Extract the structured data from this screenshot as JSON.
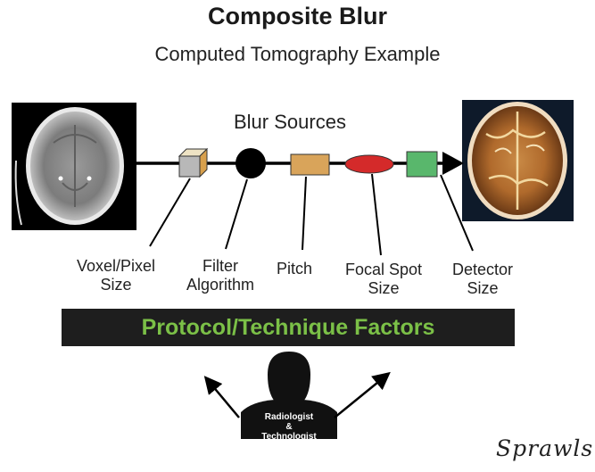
{
  "title": "Composite Blur",
  "subtitle": "Computed Tomography Example",
  "blur_sources_label": "Blur Sources",
  "sources": [
    {
      "line1": "Voxel/Pixel",
      "line2": "Size",
      "icon": "voxel-cube-icon",
      "color": "#b8b8b8"
    },
    {
      "line1": "Filter",
      "line2": "Algorithm",
      "icon": "filter-circle-icon",
      "color": "#000000"
    },
    {
      "line1": "Pitch",
      "line2": "",
      "icon": "pitch-rectangle-icon",
      "color": "#d9a45a"
    },
    {
      "line1": "Focal Spot",
      "line2": "Size",
      "icon": "focal-spot-ellipse-icon",
      "color": "#d42a2a"
    },
    {
      "line1": "Detector",
      "line2": "Size",
      "icon": "detector-square-icon",
      "color": "#59b76c"
    }
  ],
  "protocol_bar": {
    "text": "Protocol/Technique Factors",
    "text_color": "#7bc047",
    "bg_color": "#1e1e1e"
  },
  "person": {
    "line1": "Radiologist",
    "line2": "&",
    "line3": "Technologist"
  },
  "signature": "Sprawls",
  "images": {
    "input": "ct-brain-scan-grayscale",
    "output": "ct-brain-scan-blurred-color"
  }
}
